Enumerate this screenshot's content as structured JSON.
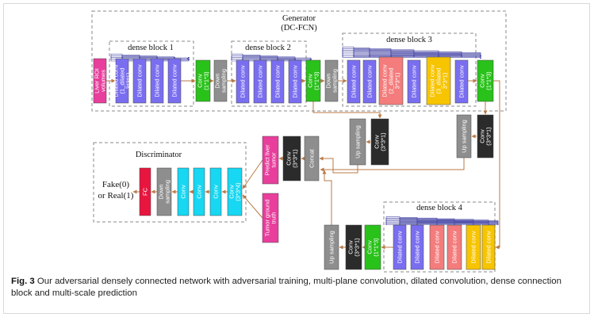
{
  "generator": {
    "title": "Generator",
    "subtitle": "(DC-FCN)"
  },
  "discriminator": {
    "title": "Discriminator"
  },
  "output": {
    "fake": "Fake(0)",
    "real": "or Real(1)"
  },
  "blocks": {
    "b1": "dense block 1",
    "b2": "dense block 2",
    "b3": "dense block 3",
    "b4": "dense block 4"
  },
  "nodes": {
    "input": [
      "Liver ROI",
      "volumes"
    ],
    "b1_dilated1": [
      "Dilated conv",
      "(1_dilated",
      "3*3*1)"
    ],
    "dilated": [
      "Dilated conv"
    ],
    "conv111": [
      "Conv",
      "(1*1*3)"
    ],
    "conv333": [
      "Conv",
      "(3*3*1)"
    ],
    "down": [
      "Down",
      "sampling"
    ],
    "up": [
      "Up sampling"
    ],
    "b3_dilated2": [
      "Dilated conv",
      "(2_dilated",
      "3*3*1)"
    ],
    "b3_dilated3": [
      "Dilated conv",
      "(3_dilated",
      "3*3*1)"
    ],
    "predict": [
      "Predict liver",
      "tumor"
    ],
    "concat": [
      "Concat"
    ],
    "truth": [
      "Tumor ground",
      "truth"
    ],
    "fc": [
      "FC"
    ],
    "conv_d": [
      "Conv"
    ],
    "conv_d2": [
      "Conv",
      "(3*3*4)"
    ]
  },
  "caption": {
    "label": "Fig. 3",
    "text": "Our adversarial densely connected network with adversarial training, multi-plane convolution, dilated convolution, dense connection block and multi-scale prediction"
  },
  "colors": {
    "pink": "#e83e9c",
    "purple": "#7a6ef0",
    "green": "#29c21a",
    "gray": "#8e8e8e",
    "salmon": "#f47c7c",
    "yellow": "#f7c400",
    "black": "#2b2b2b",
    "cyan": "#17d7f2",
    "red": "#e8163f",
    "arrow": "#b97a45",
    "dense_arrow": "#4a4aa8"
  }
}
